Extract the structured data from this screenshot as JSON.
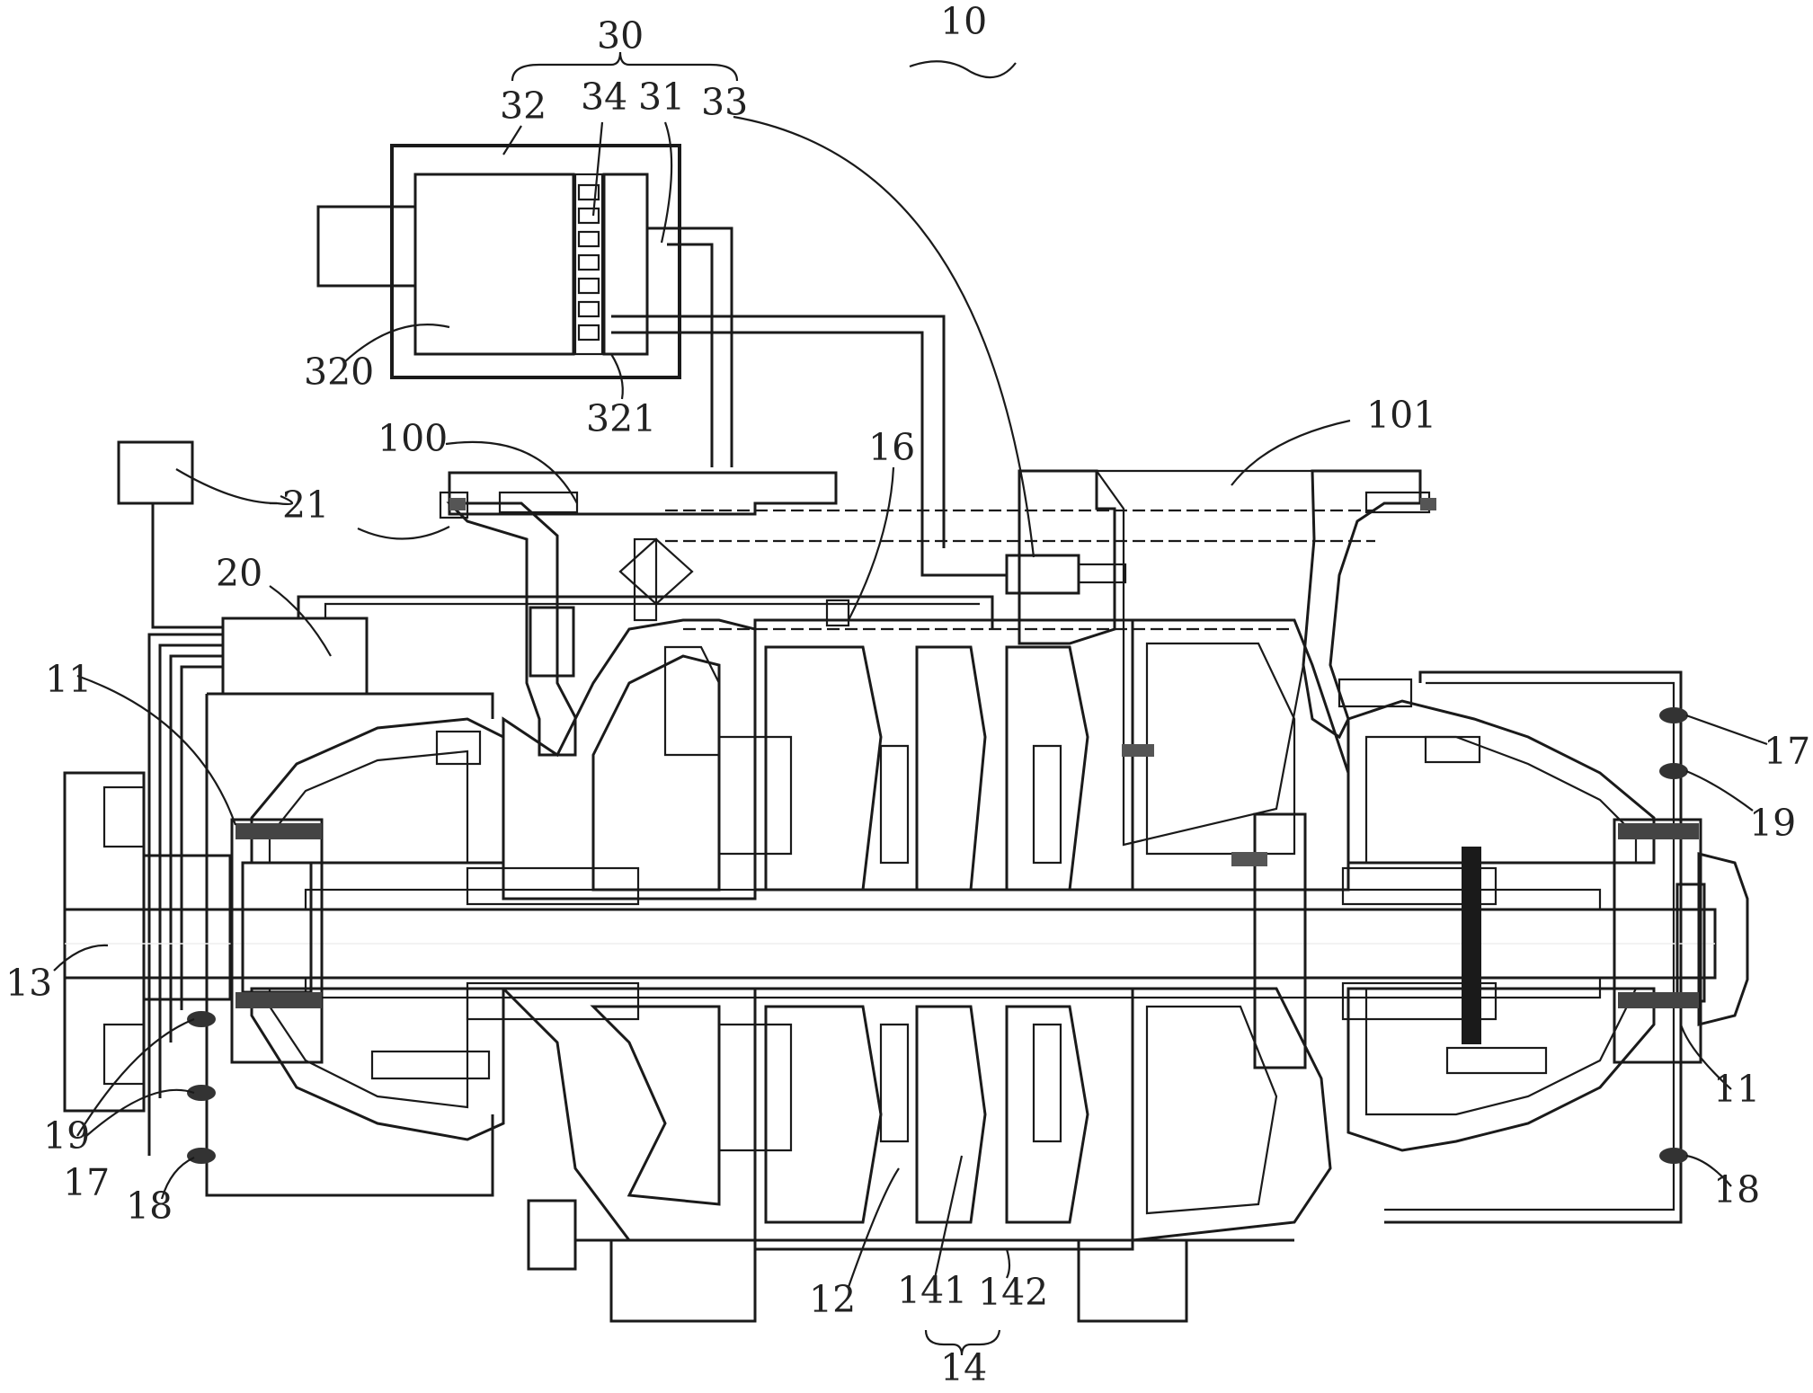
{
  "figure": {
    "labels": {
      "l10": "10",
      "l30": "30",
      "l32": "32",
      "l34": "34",
      "l31": "31",
      "l33": "33",
      "l320": "320",
      "l321": "321",
      "l100": "100",
      "l101": "101",
      "l16": "16",
      "l21": "21",
      "l20": "20",
      "l11_left": "11",
      "l11_right": "11",
      "l13": "13",
      "l17_left": "17",
      "l17_right": "17",
      "l18_left": "18",
      "l18_right": "18",
      "l19_left": "19",
      "l19_right": "19",
      "l12": "12",
      "l141": "141",
      "l142": "142",
      "l14": "14"
    }
  }
}
